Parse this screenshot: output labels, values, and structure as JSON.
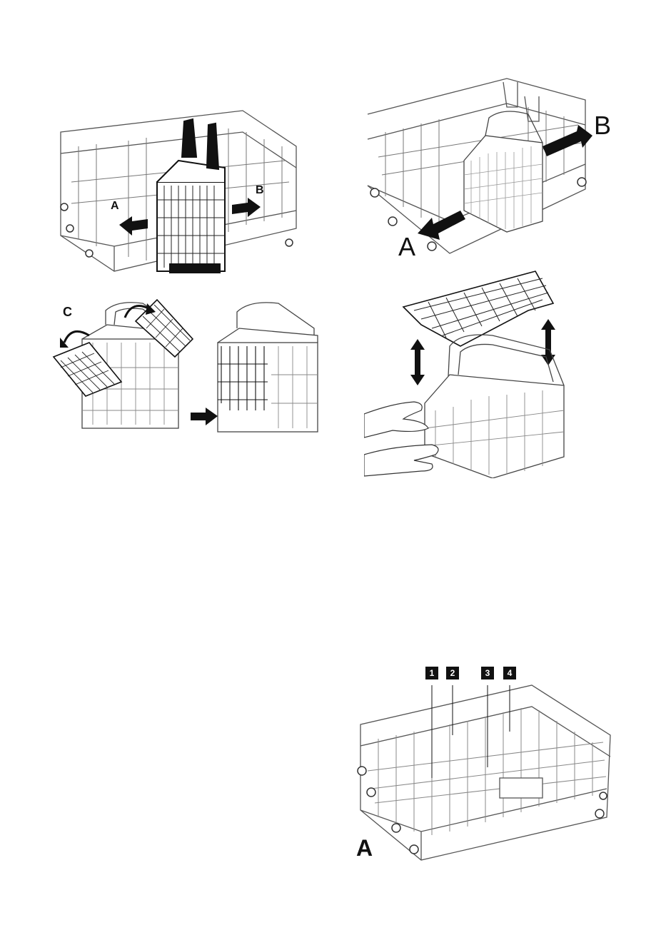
{
  "figure1": {
    "label_a": "A",
    "label_b": "B"
  },
  "figure2": {
    "label_c": "C"
  },
  "figure3": {
    "label_a": "A",
    "label_b": "B"
  },
  "figure5": {
    "label_a": "A",
    "callouts": [
      "1",
      "2",
      "3",
      "4"
    ]
  },
  "colors": {
    "ink": "#111111",
    "line": "#444444",
    "paper": "#ffffff"
  },
  "icons": [
    "arrow-left-icon",
    "arrow-right-icon",
    "arrow-up-down-icon",
    "rotate-arrow-icon"
  ]
}
